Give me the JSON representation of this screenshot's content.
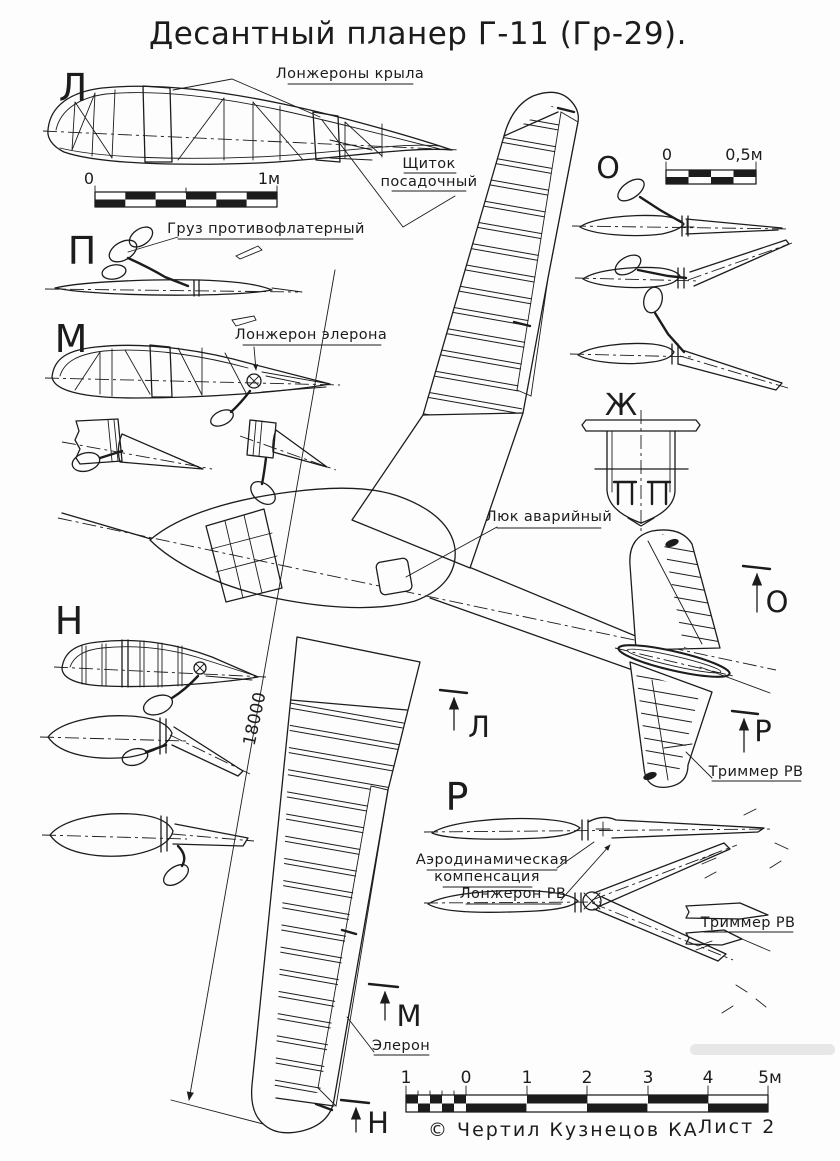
{
  "title": "Десантный планер Г-11 (Гр-29).",
  "views": {
    "l": "Л",
    "p": "П",
    "m": "М",
    "n": "Н",
    "o": "О",
    "zh": "Ж",
    "r": "Р"
  },
  "cuts": {
    "l": "Л",
    "m": "М",
    "n": "Н",
    "o": "О",
    "r": "Р"
  },
  "callouts": {
    "wing_spars": "Лонжероны крыла",
    "flap1": "Щиток",
    "flap2": "посадочный",
    "antiflutter": "Груз противофлатерный",
    "aileron_spar": "Лонжерон элерона",
    "hatch": "Люк аварийный",
    "trim_tail": "Триммер РВ",
    "aero1": "Аэродинамическая",
    "aero2": "компенсация",
    "elev_spar": "Лонжерон РВ",
    "trim_detail": "Триммер РВ",
    "aileron": "Элерон",
    "wingspan": "18000"
  },
  "scale1": {
    "zero": "0",
    "end": "1м"
  },
  "scale05": {
    "zero": "0",
    "end": "0,5м"
  },
  "scale5": {
    "t0": "1",
    "t1": "0",
    "t2": "1",
    "t3": "2",
    "t4": "3",
    "t5": "4",
    "t6": "5м"
  },
  "footer": {
    "credit": "© Чертил Кузнецов КА",
    "sheet": "Лист 2"
  },
  "colors": {
    "ink": "#1c1c1c",
    "paper": "#fdfdfd"
  }
}
